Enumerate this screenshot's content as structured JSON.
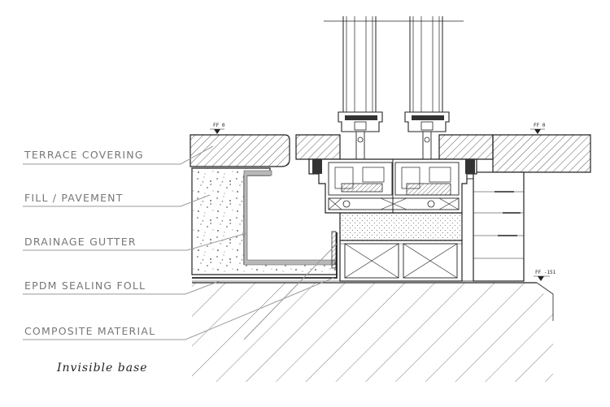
{
  "labels": {
    "terrace_covering": "TERRACE COVERING",
    "fill_pavement": "FILL / PAVEMENT",
    "drainage_gutter": "DRAINAGE GUTTER",
    "epdm_sealing": "EPDM SEALING FOLL",
    "composite_material": "COMPOSITE MATERIAL"
  },
  "levels": {
    "left": "FF 0",
    "right": "FF 0",
    "lower": "FF -151"
  },
  "caption": "Invisible base",
  "colors": {
    "line": "#222222",
    "leader": "#9a9a9a",
    "label": "#777777"
  }
}
